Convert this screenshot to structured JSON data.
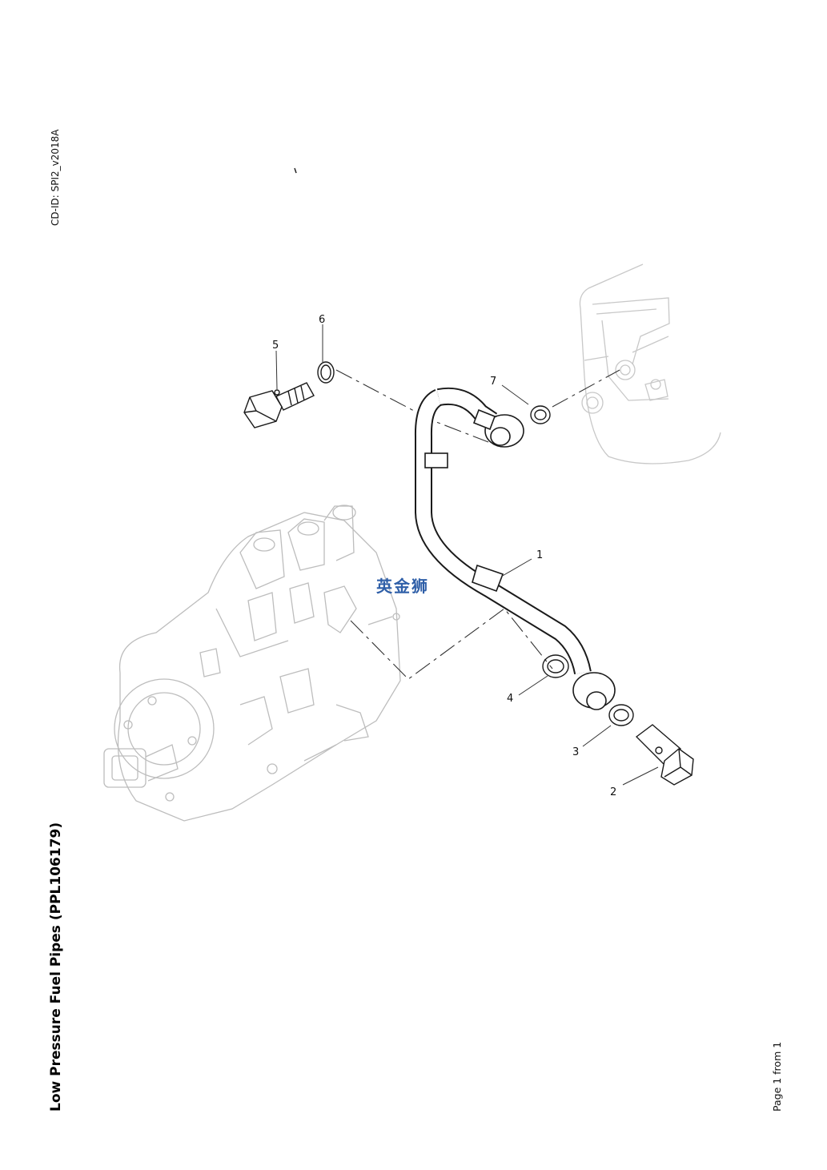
{
  "header": {
    "cd_id": "CD-ID: SPI2_v2018A"
  },
  "document": {
    "title": "Low Pressure Fuel Pipes (PPL106179)"
  },
  "footer": {
    "page": "Page 1 from 1"
  },
  "watermark": {
    "text": "英金狮"
  },
  "diagram": {
    "callouts": {
      "c1": "1",
      "c2": "2",
      "c3": "3",
      "c4": "4",
      "c5": "5",
      "c6": "6",
      "c7": "7"
    }
  }
}
